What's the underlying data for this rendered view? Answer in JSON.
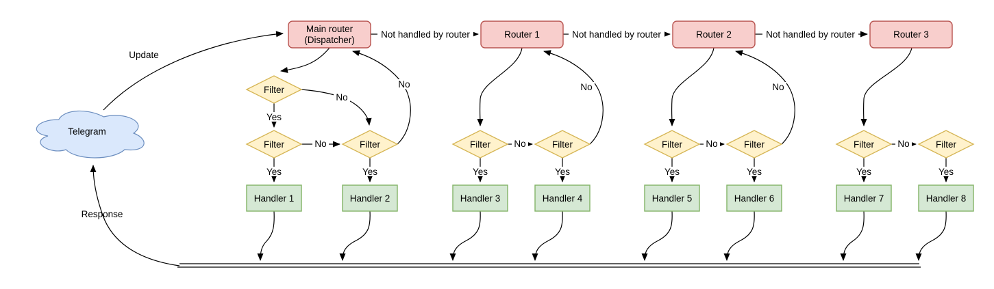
{
  "nodes": {
    "telegram": "Telegram",
    "main_router": {
      "line1": "Main router",
      "line2": "(Dispatcher)"
    },
    "routers": [
      "Router 1",
      "Router 2",
      "Router 3"
    ],
    "filter_label": "Filter",
    "handlers": [
      "Handler 1",
      "Handler 2",
      "Handler 3",
      "Handler 4",
      "Handler 5",
      "Handler 6",
      "Handler 7",
      "Handler 8"
    ]
  },
  "edges": {
    "update": "Update",
    "response": "Response",
    "not_handled": "Not handled by router",
    "yes": "Yes",
    "no": "No"
  },
  "colors": {
    "router_fill": "#f8cecc",
    "router_stroke": "#b85450",
    "filter_fill": "#fff2cc",
    "filter_stroke": "#d6b656",
    "handler_fill": "#d5e8d4",
    "handler_stroke": "#82b366",
    "cloud_fill": "#dae8fc",
    "cloud_stroke": "#6c8ebf",
    "edge_stroke": "#000000",
    "background": "#ffffff"
  }
}
